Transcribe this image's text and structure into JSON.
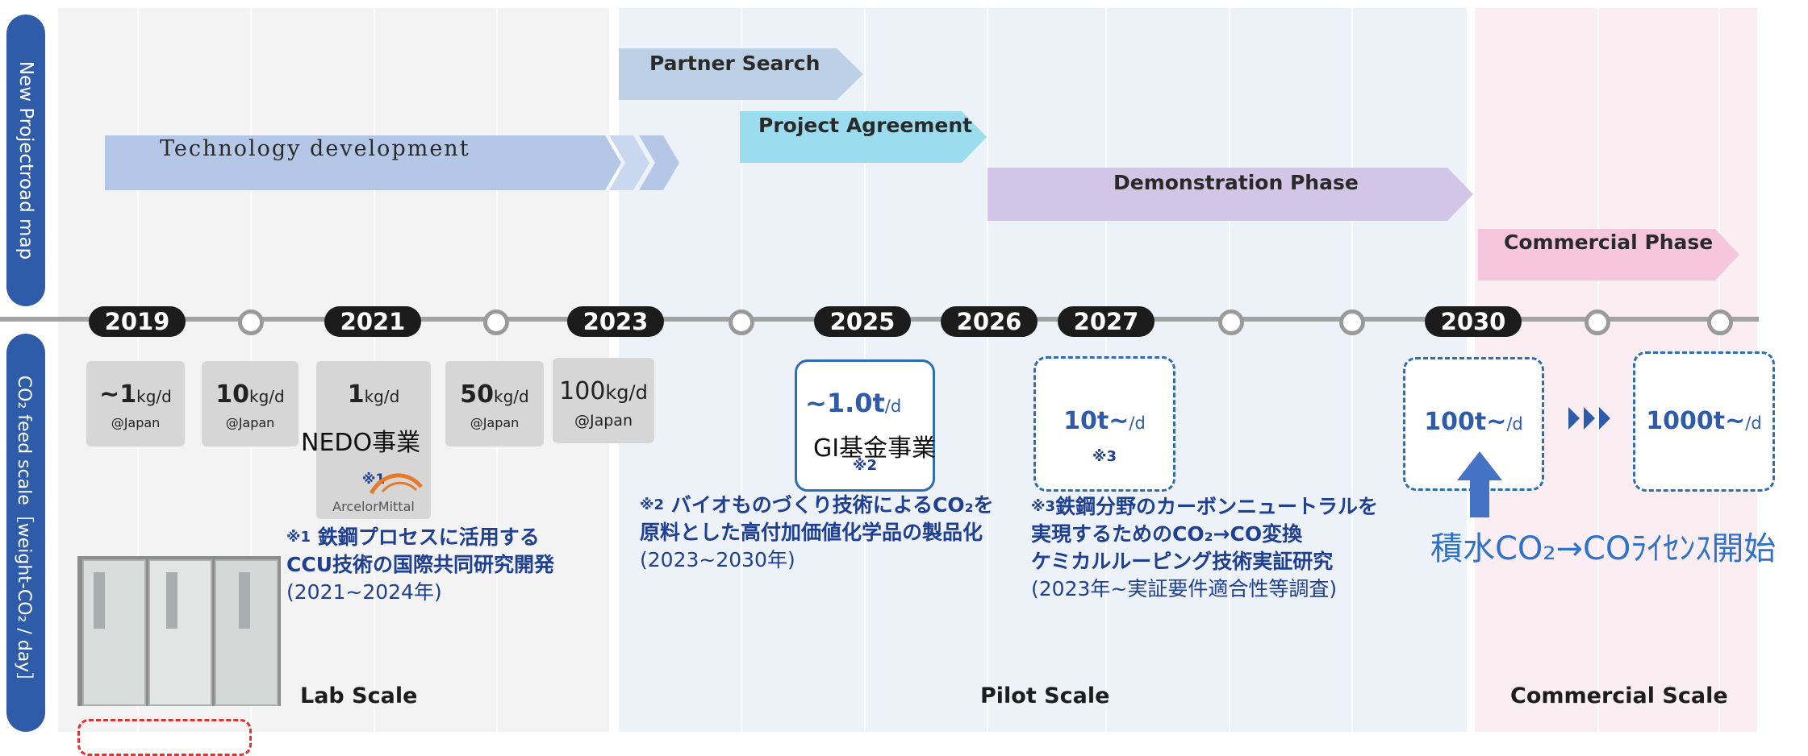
{
  "side": {
    "roadmap": "New Projectroad map",
    "feed": "CO₂ feed scale［weight-CO₂ / day］"
  },
  "roadmap": {
    "technology": "Technology development",
    "partner": "Partner Search",
    "agreement": "Project Agreement",
    "demonstration": "Demonstration Phase",
    "commercial": "Commercial Phase"
  },
  "years": [
    "2019",
    "2021",
    "2023",
    "2025",
    "2026",
    "2027",
    "2030"
  ],
  "feeds": [
    {
      "value": "~1",
      "unit": "kg/d",
      "loc": "@Japan"
    },
    {
      "value": "10",
      "unit": "kg/d",
      "loc": "@Japan"
    },
    {
      "value": "1",
      "unit": "kg/d",
      "loc": ""
    },
    {
      "value": "50",
      "unit": "kg/d",
      "loc": "@Japan"
    },
    {
      "value": "100",
      "unit": "kg/d",
      "loc": "@Japan"
    }
  ],
  "pilot_feeds": [
    {
      "value": "~1.0t",
      "unit": "/d",
      "note": "GI基金事業",
      "mark": "※2"
    },
    {
      "value": "10t~",
      "unit": "/d",
      "mark": "※3"
    },
    {
      "value": "100t~",
      "unit": "/d"
    },
    {
      "value": "1000t~",
      "unit": "/d"
    }
  ],
  "nedo": {
    "label": "NEDO事業",
    "mark": "※1",
    "logo": "ArcelorMittal"
  },
  "notes": {
    "n1": {
      "mark": "※1",
      "line1": "鉄鋼プロセスに活用する",
      "line2": "CCU技術の国際共同研究開発",
      "period": "(2021~2024年)"
    },
    "n2": {
      "mark": "※2",
      "line1": "バイオものづくり技術によるCO₂を",
      "line2": "原料とした高付加価値化学品の製品化",
      "period": "(2023~2030年)"
    },
    "n3": {
      "mark": "※3",
      "line1": "鉄鋼分野のカーボンニュートラルを",
      "line2": "実現するためのCO₂→CO変換",
      "line3": "ケミカルルーピング技術実証研究",
      "period": "(2023年~実証要件適合性等調査)"
    }
  },
  "license": "積水CO₂→COﾗｲｾﾝｽ開始",
  "scales": {
    "lab": "Lab Scale",
    "pilot": "Pilot Scale",
    "commercial": "Commercial Scale"
  },
  "colors": {
    "navy": "#2f5ca8",
    "tech": "#b5c7e6",
    "partner": "#bcd0e6",
    "agreement": "#9bdcee",
    "demo": "#d3c5e6",
    "commercial": "#f6c7dc"
  }
}
